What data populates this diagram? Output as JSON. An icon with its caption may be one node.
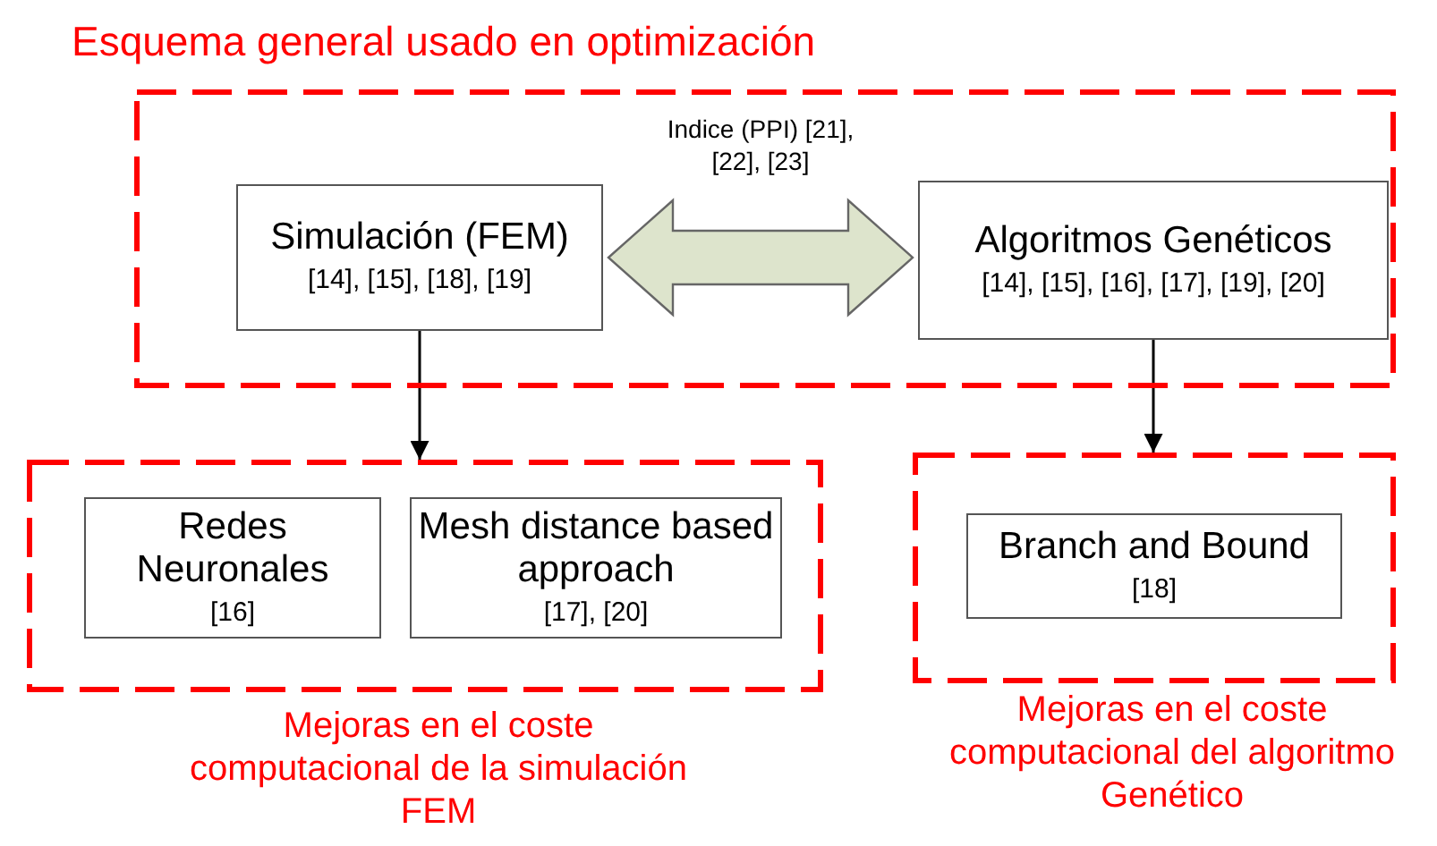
{
  "diagram": {
    "nodes": [
      {
        "text": [
          "Esquema general usado en optimización"
        ]
      },
      {
        "text": [
          "Simulación (FEM)",
          "[14], [15], [18], [19]"
        ],
        "in": 0
      },
      {
        "text": [
          "Algoritmos Genéticos",
          "[14], [15], [16], [17], [19], [20]"
        ],
        "in": 0
      },
      {
        "text": [
          "Mejoras en el coste computacional de la simulación FEM"
        ]
      },
      {
        "text": [
          "Redes Neuronales",
          "[16]"
        ],
        "in": 3
      },
      {
        "text": [
          "Mesh distance based approach",
          "[17], [20]"
        ],
        "in": 3
      },
      {
        "text": [
          "Mejoras en el coste computacional del algoritmo Genético"
        ]
      },
      {
        "text": [
          "Branch and Bound",
          "[18]"
        ],
        "in": 6
      }
    ],
    "edges": [
      {
        "from": 1,
        "to": 2,
        "arrow": "both",
        "label": "Indice (PPI) [21], [22], [23]",
        "style": "thick",
        "color": "#dde4cc"
      },
      {
        "from": 1,
        "to": 3,
        "arrow": "to"
      },
      {
        "from": 2,
        "to": 6,
        "arrow": "to"
      }
    ]
  }
}
